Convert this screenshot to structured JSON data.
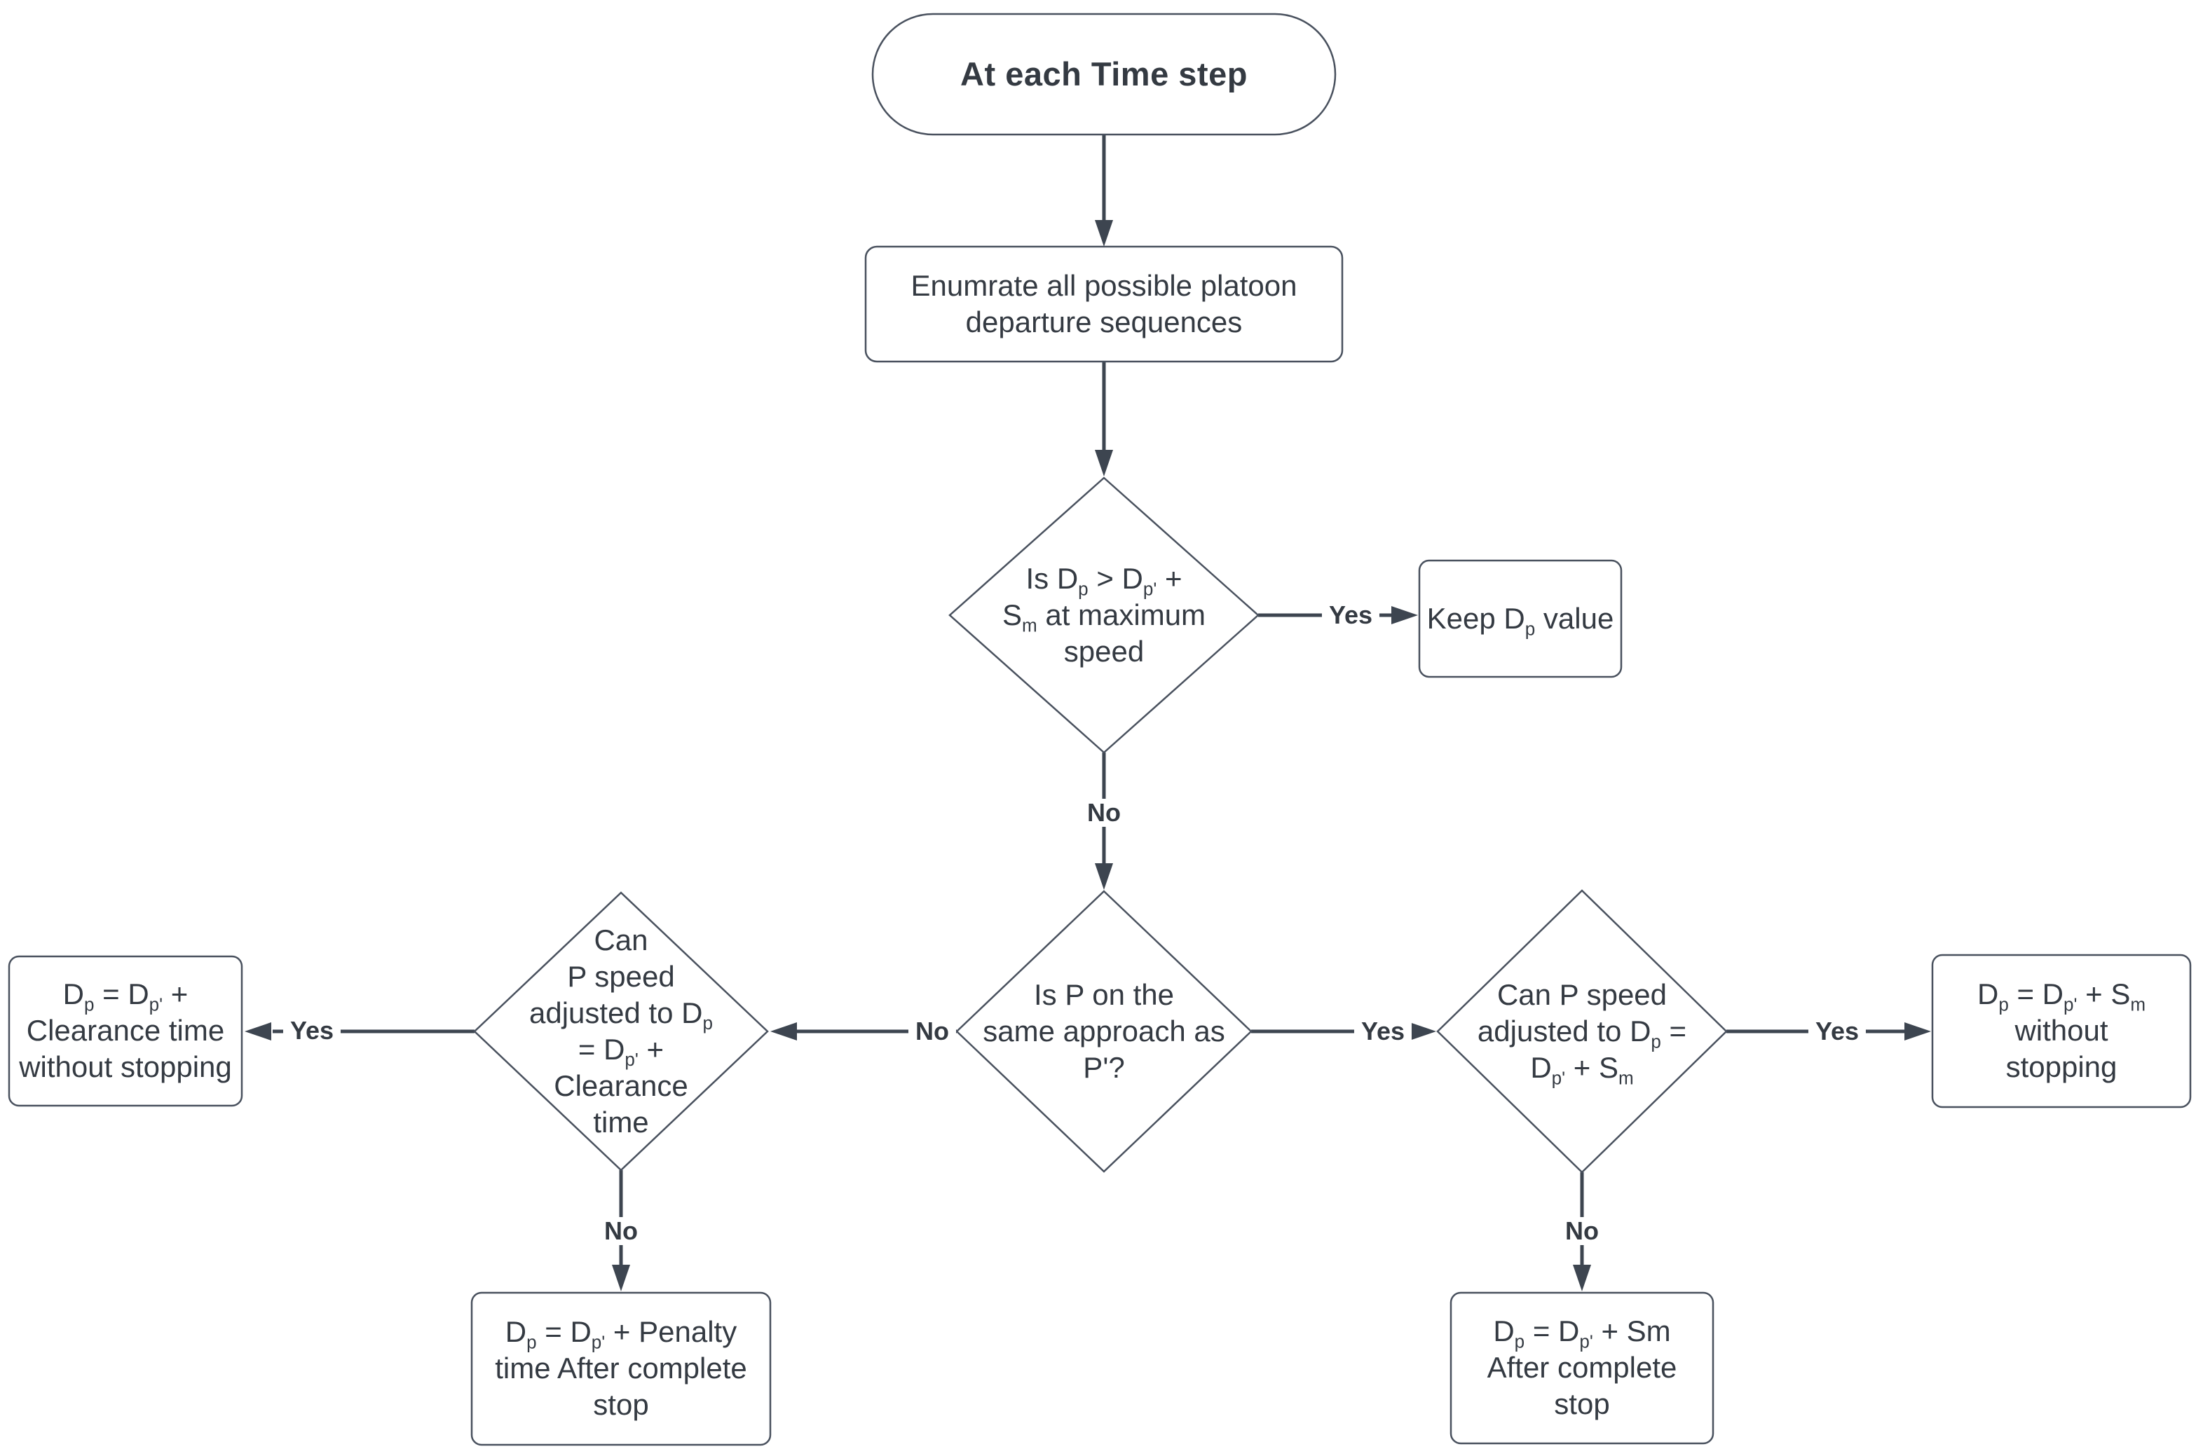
{
  "diagram": {
    "type": "flowchart",
    "colors": {
      "background": "#ffffff",
      "line": "#3d4550",
      "shape_border": "#49515e",
      "text": "#343a42"
    },
    "nodes": {
      "start": {
        "shape": "stadium",
        "text": "At each Time step"
      },
      "enumerate": {
        "shape": "rect",
        "text": "Enumrate all possible platoon\ndeparture sequences"
      },
      "check_dp": {
        "shape": "diamond",
        "text": "Is D~p~ > D~p'~ +\nS~m~ at maximum\nspeed"
      },
      "keep_dp": {
        "shape": "rect",
        "text": "Keep D~p~ value"
      },
      "same_approach": {
        "shape": "diamond",
        "text": "Is P on the\nsame approach as\nP'?"
      },
      "can_adjust_clearance": {
        "shape": "diamond",
        "text": "Can\nP speed\nadjusted to D~p~\n= D~p'~ +\nClearance\ntime"
      },
      "without_stop_clearance": {
        "shape": "rect",
        "text": "D~p~ = D~p'~ +\nClearance time\nwithout stopping"
      },
      "after_stop_penalty": {
        "shape": "rect",
        "text": "D~p~ = D~p'~ + Penalty\ntime After complete\nstop"
      },
      "can_adjust_sm": {
        "shape": "diamond",
        "text": "Can P speed\nadjusted to D~p~ =\nD~p'~ + S~m~"
      },
      "without_stop_sm": {
        "shape": "rect",
        "text": "D~p~ = D~p'~ + S~m~\nwithout\nstopping"
      },
      "after_stop_sm": {
        "shape": "rect",
        "text": "D~p~ = D~p'~ + Sm\nAfter complete\nstop"
      }
    },
    "edges": [
      {
        "from": "start",
        "to": "enumerate",
        "label": ""
      },
      {
        "from": "enumerate",
        "to": "check_dp",
        "label": ""
      },
      {
        "from": "check_dp",
        "to": "keep_dp",
        "label": "Yes"
      },
      {
        "from": "check_dp",
        "to": "same_approach",
        "label": "No"
      },
      {
        "from": "same_approach",
        "to": "can_adjust_clearance",
        "label": "No"
      },
      {
        "from": "same_approach",
        "to": "can_adjust_sm",
        "label": "Yes"
      },
      {
        "from": "can_adjust_clearance",
        "to": "without_stop_clearance",
        "label": "Yes"
      },
      {
        "from": "can_adjust_clearance",
        "to": "after_stop_penalty",
        "label": "No"
      },
      {
        "from": "can_adjust_sm",
        "to": "without_stop_sm",
        "label": "Yes"
      },
      {
        "from": "can_adjust_sm",
        "to": "after_stop_sm",
        "label": "No"
      }
    ]
  }
}
